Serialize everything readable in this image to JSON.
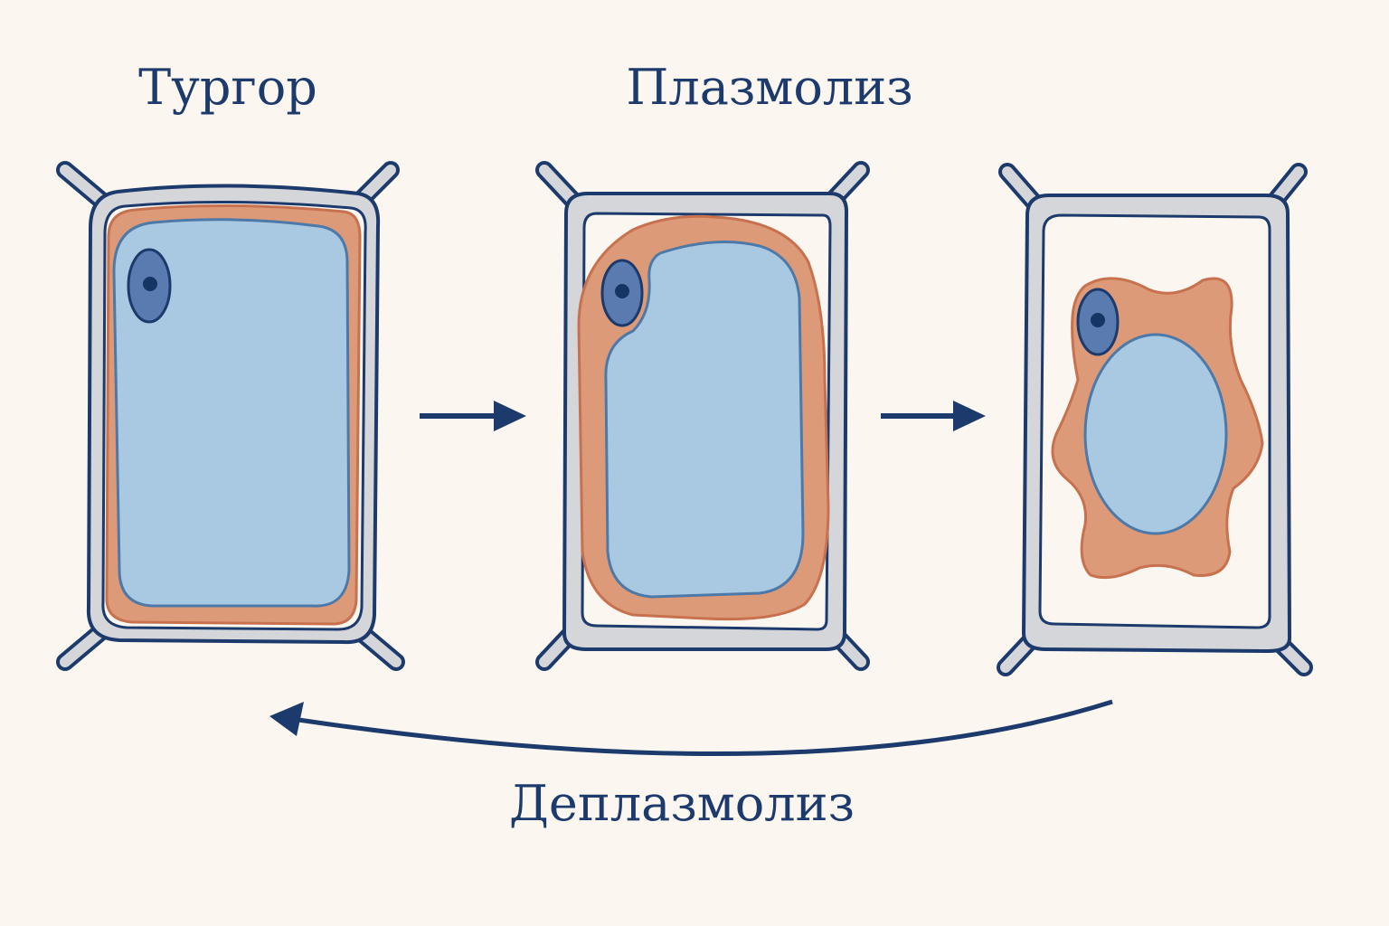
{
  "labels": {
    "turgor": "Тургор",
    "plasmolysis": "Плазмолиз",
    "deplasmolysis": "Деплазмолиз"
  },
  "colors": {
    "background": "#fbf7f0",
    "outline": "#1c3a6b",
    "cell_wall": "#d4d6da",
    "cytoplasm": "#dc9a78",
    "cytoplasm_edge": "#c8714f",
    "vacuole": "#a9c9e2",
    "vacuole_edge": "#4d79a8",
    "nucleus": "#5a7bb0",
    "nucleolus": "#153565",
    "text": "#1c3a6b"
  },
  "icons": [
    "arrow-right-icon",
    "arrow-right-icon",
    "curved-arrow-left-icon"
  ]
}
